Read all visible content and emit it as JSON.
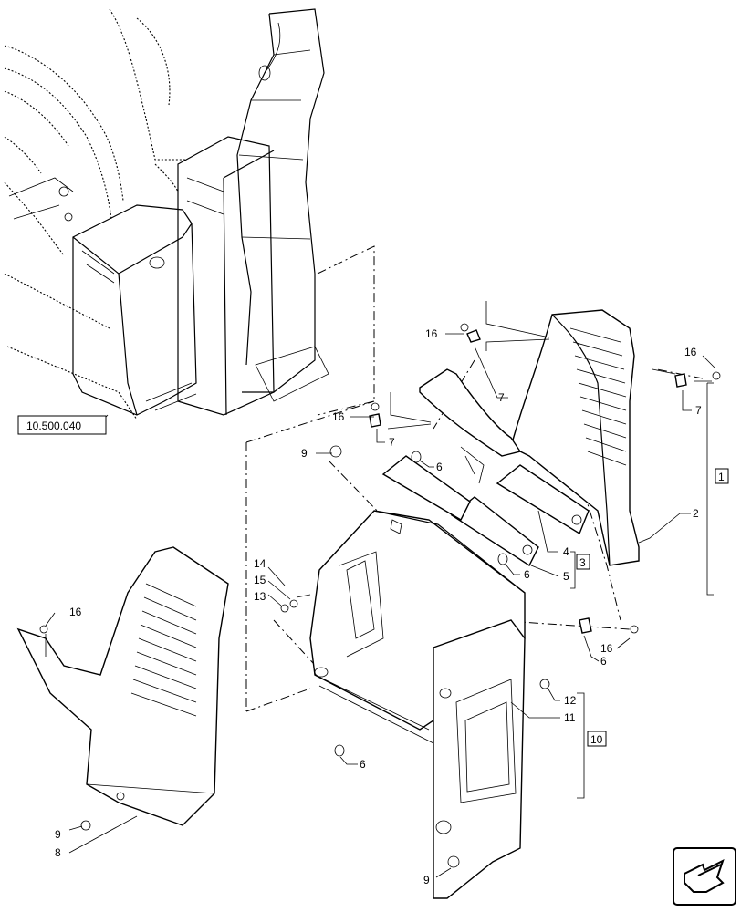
{
  "reference": "10.500.040",
  "callouts": {
    "c1": "1",
    "c2": "2",
    "c3": "3",
    "c4": "4",
    "c5": "5",
    "c6a": "6",
    "c6b": "6",
    "c6c": "6",
    "c6d": "6",
    "c7a": "7",
    "c7b": "7",
    "c7c": "7",
    "c8": "8",
    "c9a": "9",
    "c9b": "9",
    "c9c": "9",
    "c10": "10",
    "c11": "11",
    "c12": "12",
    "c13": "13",
    "c14": "14",
    "c15": "15",
    "c16a": "16",
    "c16b": "16",
    "c16c": "16",
    "c16d": "16",
    "c16e": "16"
  },
  "icons": {
    "nav": "arrow-navigation-icon"
  }
}
